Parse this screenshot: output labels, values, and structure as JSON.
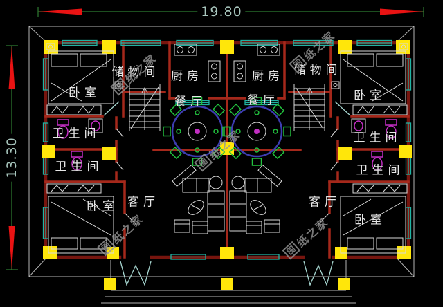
{
  "dimensions": {
    "width": "19.80",
    "height": "13.30"
  },
  "watermark": {
    "logo": "图",
    "text": "纸之家"
  },
  "rooms": {
    "bedroom": "卧室",
    "kitchen": "厨房",
    "dining": "餐厅",
    "bathroom": "卫生间",
    "living": "客厅",
    "storage": "储物间"
  },
  "colors": {
    "background": "#000000",
    "wall": "#77150e",
    "wall-bright": "#a5281b",
    "window": "#1fb3a3",
    "column": "#ffe60a",
    "furniture": "#d9d9d9",
    "chair": "#22c13e",
    "table-ring": "#3d3db0",
    "fixture": "#c32ec3",
    "dim-line": "#2e7d32",
    "dim-arrow": "#e91313",
    "dim-text": "#a8c6bd",
    "label": "#e6e6e6",
    "eave": "#b5b5b5",
    "door": "#a8d8d2",
    "watermark": "#969696"
  }
}
